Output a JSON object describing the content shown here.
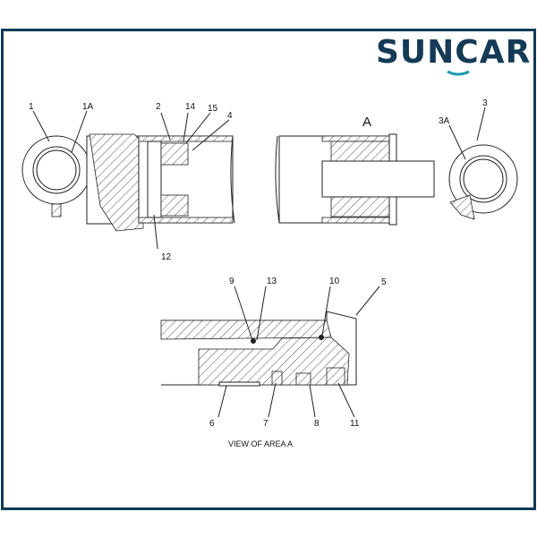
{
  "logo": {
    "text": "SUNCAR",
    "brand_color": "#143a56",
    "accent_color": "#1f9bb0"
  },
  "frame_color": "#0f3b53",
  "main_view": {
    "area_marker": "A",
    "callouts": [
      "1",
      "1A",
      "2",
      "14",
      "15",
      "4",
      "12",
      "3",
      "3A"
    ]
  },
  "detail_view": {
    "title": "VIEW OF AREA  A",
    "callouts": [
      "9",
      "13",
      "10",
      "5",
      "6",
      "7",
      "8",
      "11"
    ]
  }
}
